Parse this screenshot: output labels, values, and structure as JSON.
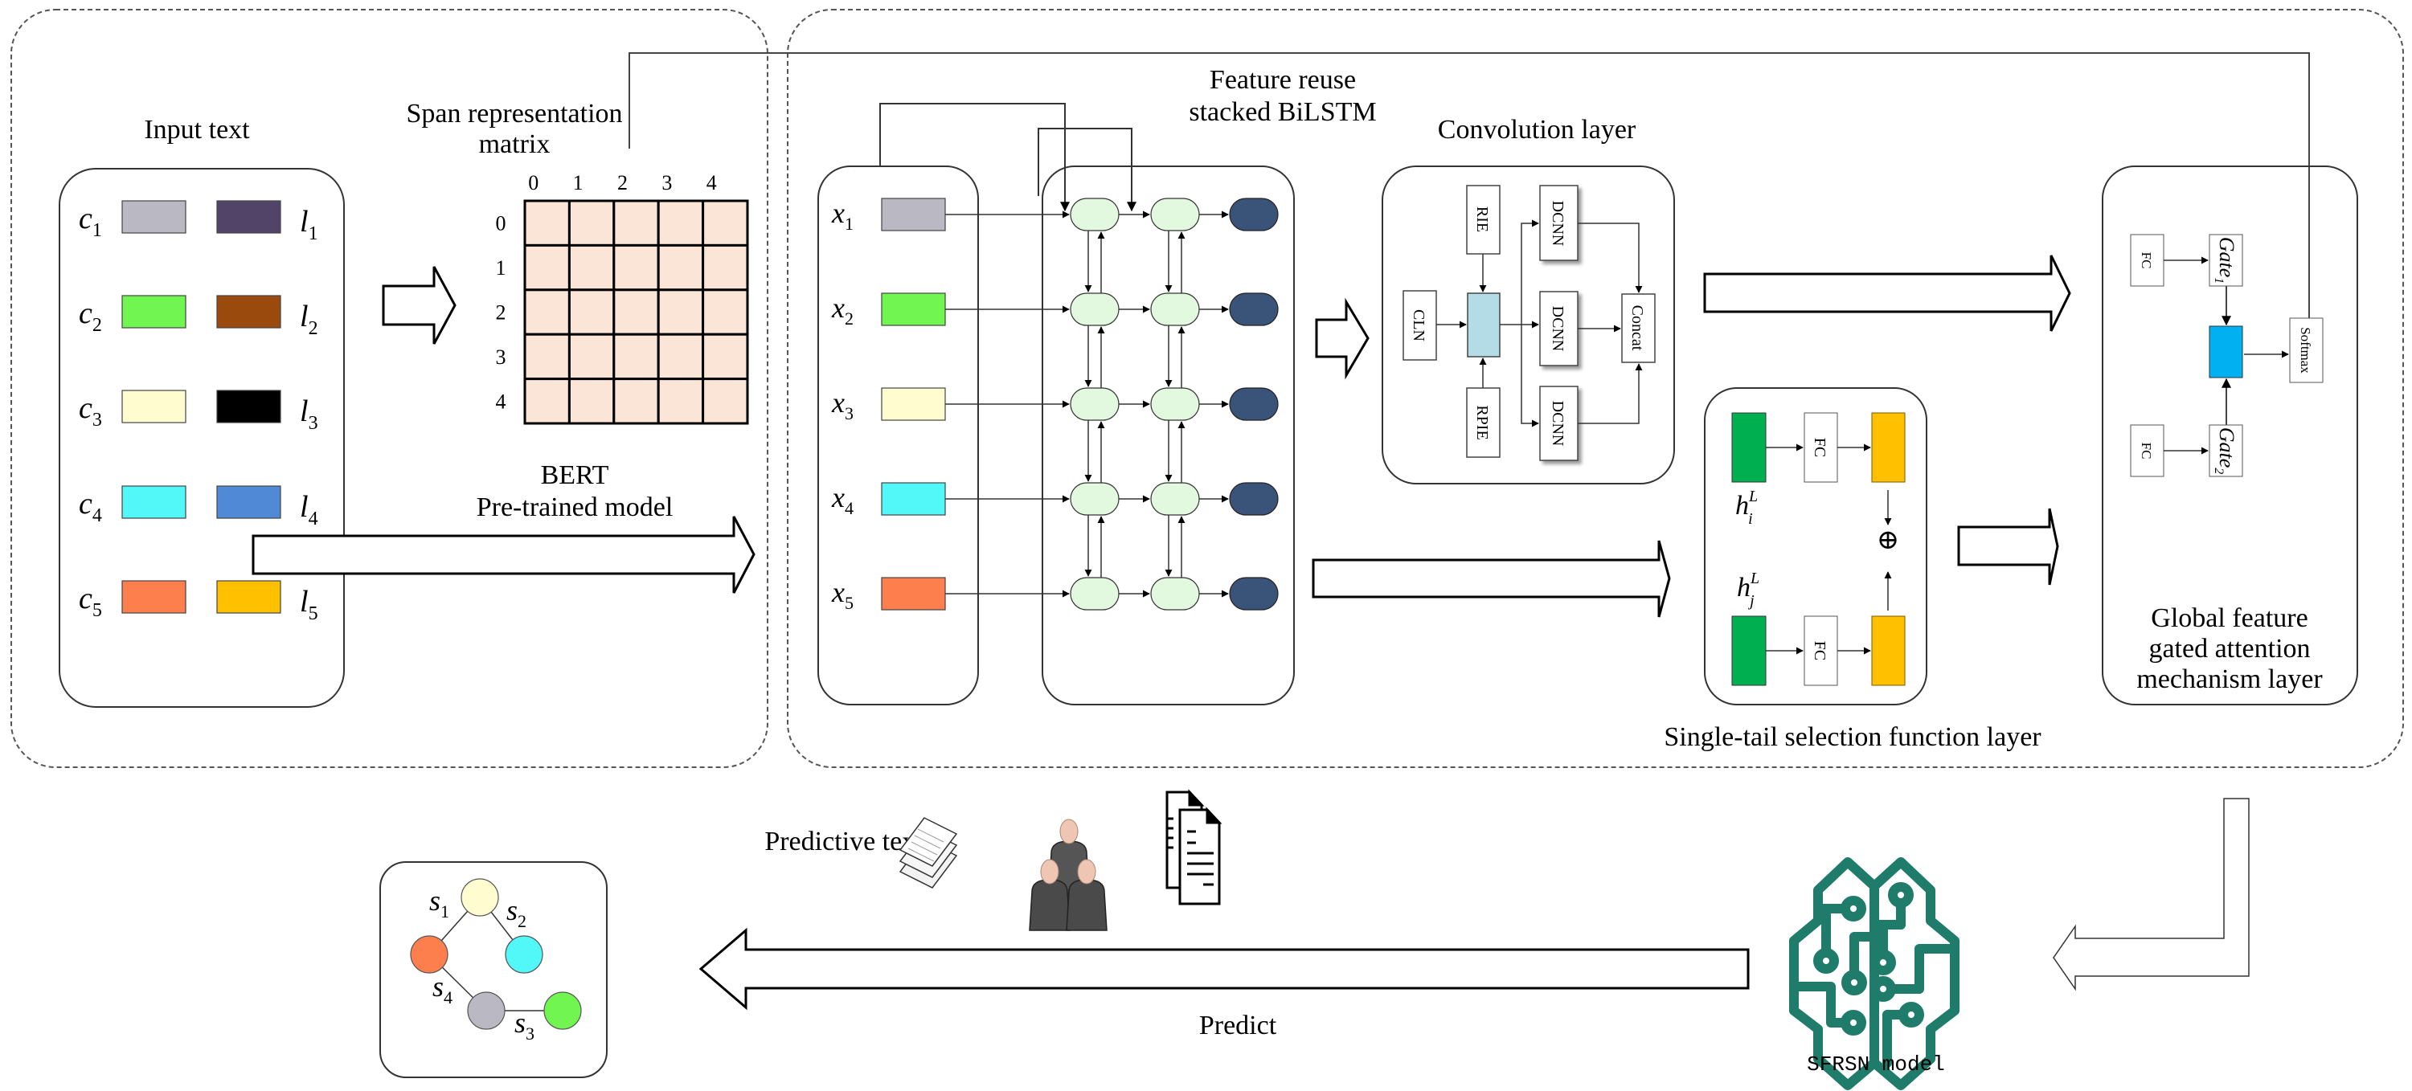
{
  "figure": {
    "left_panel": {
      "input_text_label": "Input text",
      "char_labels": [
        "c",
        "c",
        "c",
        "c",
        "c"
      ],
      "label_labels": [
        "l",
        "l",
        "l",
        "l",
        "l"
      ],
      "subscripts": [
        "1",
        "2",
        "3",
        "4",
        "5"
      ],
      "char_colors": [
        "#b9b8c3",
        "#70f551",
        "#fffdd0",
        "#52f7f7",
        "#fd7f4d"
      ],
      "label_colors": [
        "#524368",
        "#9b4a0e",
        "#000000",
        "#5089d6",
        "#ffc000"
      ],
      "span_matrix_title_line1": "Span representation",
      "span_matrix_title_line2": "matrix",
      "matrix_col_indices": [
        "0",
        "1",
        "2",
        "3",
        "4"
      ],
      "matrix_row_indices": [
        "0",
        "1",
        "2",
        "3",
        "4"
      ],
      "matrix_fill": "#fbe5d6",
      "bert_line1": "BERT",
      "bert_line2": "Pre-trained model"
    },
    "bilstm_panel": {
      "title_line1": "Feature reuse",
      "title_line2": "stacked BiLSTM",
      "input_var": "x",
      "subscripts": [
        "1",
        "2",
        "3",
        "4",
        "5"
      ],
      "input_colors": [
        "#b9b8c3",
        "#70f551",
        "#fffdd0",
        "#52f7f7",
        "#fd7f4d"
      ],
      "cell_color": "#e2f8df",
      "output_color": "#3a5479"
    },
    "conv_panel": {
      "title": "Convolution layer",
      "blocks": {
        "rie": "RIE",
        "cln": "CLN",
        "rpie": "RPIE",
        "dcnn": "DCNN",
        "concat": "Concat"
      },
      "center_color": "#b4dce6"
    },
    "single_tail_panel": {
      "title": "Single-tail selection function layer",
      "h_i": "h",
      "h_i_sup": "L",
      "h_i_sub": "i",
      "h_j": "h",
      "h_j_sup": "L",
      "h_j_sub": "j",
      "fc": "FC",
      "plus_symbol": "⊕",
      "green": "#00b050",
      "yellow": "#ffc000"
    },
    "global_panel": {
      "title_line1": "Global feature",
      "title_line2": "gated attention",
      "title_line3": "mechanism layer",
      "fc": "FC",
      "gate1": "Gate",
      "gate1_sub": "1",
      "gate2": "Gate",
      "gate2_sub": "2",
      "softmax": "Softmax",
      "center_color": "#00b0f0"
    },
    "bottom": {
      "predictive_text": "Predictive text",
      "predict": "Predict",
      "model_caption": "SFRSN model",
      "brain_color": "#1f7c6a",
      "graph": {
        "edge_labels": [
          "s",
          "s",
          "s",
          "s"
        ],
        "edge_subs": [
          "1",
          "2",
          "3",
          "4"
        ],
        "node_colors": [
          "#fffdd0",
          "#fd7f4d",
          "#52f7f7",
          "#b9b8c3",
          "#70f551"
        ]
      },
      "icons": [
        "document-stack-icon",
        "users-group-icon",
        "copy-documents-icon",
        "brain-circuit-icon"
      ]
    }
  }
}
